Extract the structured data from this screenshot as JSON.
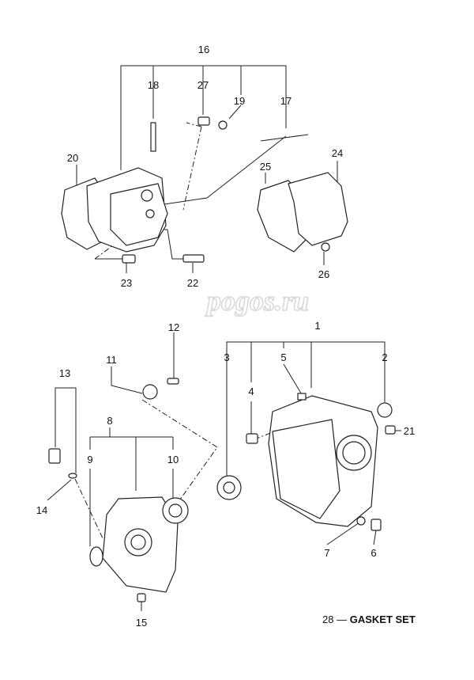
{
  "watermark": "pogos.ru",
  "callouts": {
    "c1": "1",
    "c2": "2",
    "c3": "3",
    "c4": "4",
    "c5": "5",
    "c6": "6",
    "c7": "7",
    "c8": "8",
    "c9": "9",
    "c10": "10",
    "c11": "11",
    "c12": "12",
    "c13": "13",
    "c14": "14",
    "c15": "15",
    "c16": "16",
    "c17": "17",
    "c18": "18",
    "c19": "19",
    "c20": "20",
    "c21": "21",
    "c22": "22",
    "c23": "23",
    "c24": "24",
    "c25": "25",
    "c26": "26",
    "c27": "27"
  },
  "legend": {
    "number": "28",
    "dash": "—",
    "text": "GASKET SET"
  }
}
